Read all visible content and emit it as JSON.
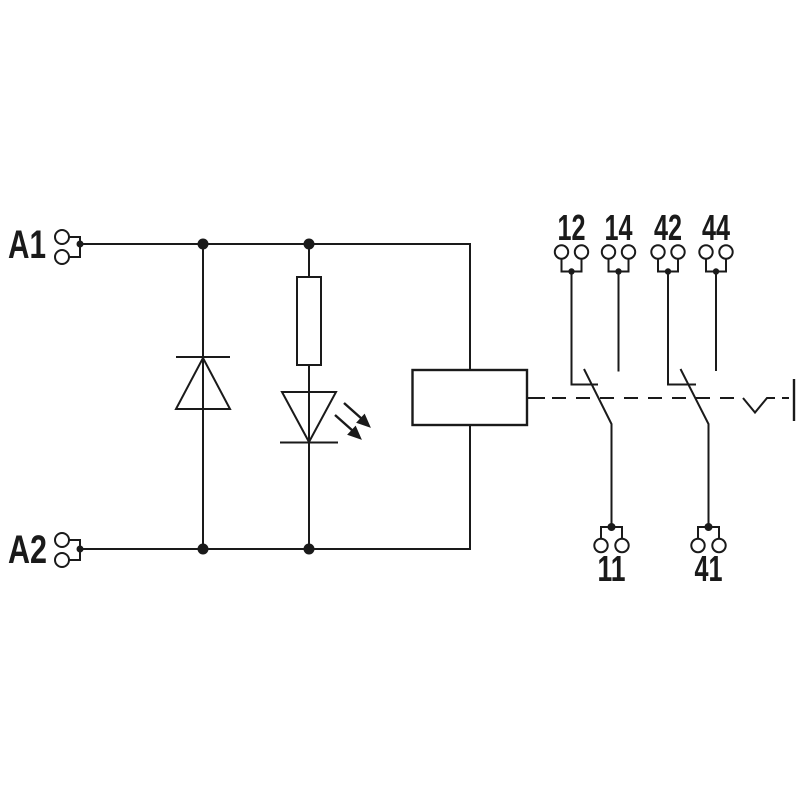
{
  "diagram": {
    "kind": "relay-module-circuit-schematic",
    "background": "#ffffff",
    "line_color": "#1a1a1a",
    "coil_terminals": {
      "a1": {
        "label": "A1"
      },
      "a2": {
        "label": "A2"
      }
    },
    "top_terminals": [
      {
        "label": "12"
      },
      {
        "label": "14"
      },
      {
        "label": "42"
      },
      {
        "label": "44"
      }
    ],
    "bottom_terminals": [
      {
        "label": "11"
      },
      {
        "label": "41"
      }
    ],
    "symbols": [
      "suppressor-diode-icon",
      "series-resistor-icon",
      "led-indicator-icon",
      "relay-coil-icon",
      "changeover-contact-icon",
      "changeover-contact-icon",
      "mechanical-link-icon"
    ]
  }
}
